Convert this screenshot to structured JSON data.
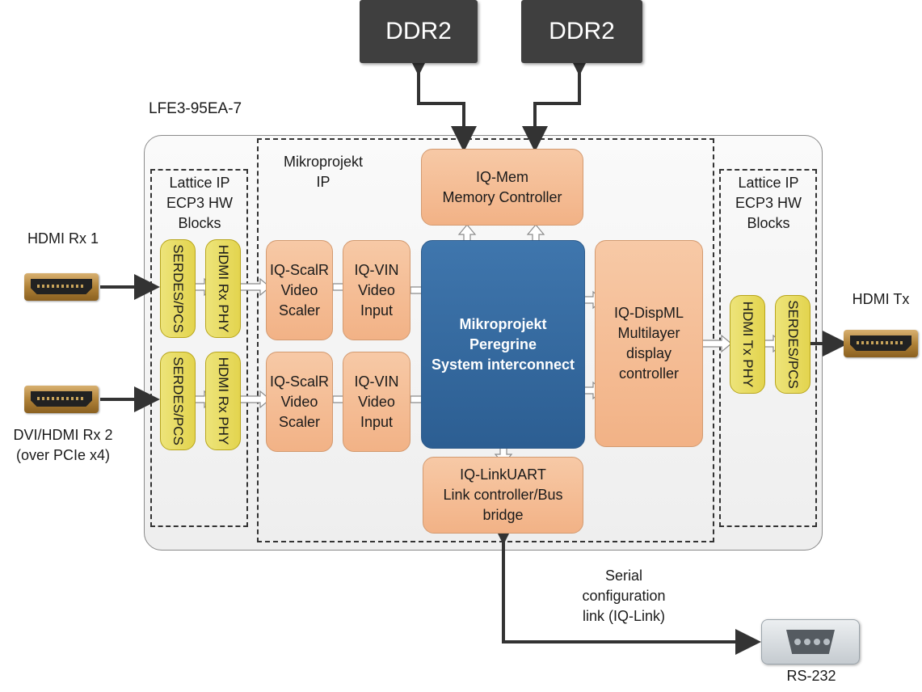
{
  "memory": {
    "ddr_left": "DDR2",
    "ddr_right": "DDR2"
  },
  "fpga": {
    "part": "LFE3-95EA-7"
  },
  "lattice_left": {
    "title": "Lattice IP\nECP3 HW\nBlocks"
  },
  "lattice_right": {
    "title": "Lattice IP\nECP3 HW\nBlocks"
  },
  "mikroprojekt": {
    "title": "Mikroprojekt\nIP"
  },
  "blocks": {
    "serdes_1": "SERDES/PCS",
    "phy_1": "HDMI Rx PHY",
    "serdes_2": "SERDES/PCS",
    "phy_2": "HDMI Rx PHY",
    "scalr_1": "IQ-ScalR\nVideo\nScaler",
    "scalr_2": "IQ-ScalR\nVideo\nScaler",
    "vin_1": "IQ-VIN\nVideo\nInput",
    "vin_2": "IQ-VIN\nVideo\nInput",
    "mem": "IQ-Mem\nMemory Controller",
    "interconnect": "Mikroprojekt\nPeregrine\nSystem interconnect",
    "dispml": "IQ-DispML\nMultilayer\ndisplay\ncontroller",
    "linkuart": "IQ-LinkUART\nLink controller/Bus\nbridge",
    "tx_phy": "HDMI Tx PHY",
    "tx_serdes": "SERDES/PCS"
  },
  "io": {
    "hdmi_rx1": "HDMI Rx 1",
    "hdmi_rx2": "DVI/HDMI Rx 2\n(over PCIe x4)",
    "hdmi_tx": "HDMI Tx",
    "serial_label": "Serial\nconfiguration\nlink (IQ-Link)",
    "rs232": "RS-232"
  },
  "colors": {
    "peach_block": "#f2b286",
    "yellow_block": "#e3d44e",
    "interconnect_blue": "#2c5e92",
    "ddr_gray": "#3f3f3f"
  }
}
